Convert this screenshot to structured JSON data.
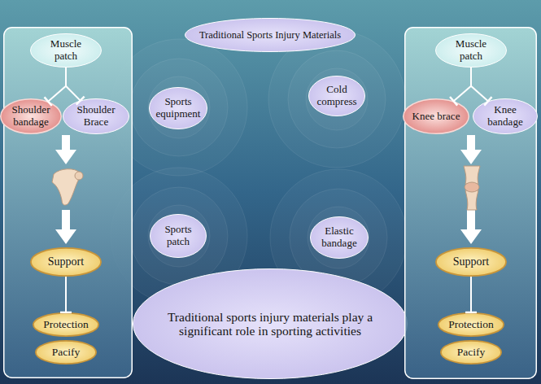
{
  "diagram": {
    "nodes": [
      {
        "text": [
          "Traditional Sports Injury Materials"
        ]
      },
      {
        "text": []
      },
      {
        "text": [
          "Muscle patch"
        ],
        "in": 1
      },
      {
        "text": [
          "Shoulder bandage"
        ],
        "in": 1
      },
      {
        "text": [
          "Shoulder Brace"
        ],
        "in": 1
      },
      {
        "text": [
          "Support"
        ],
        "in": 1
      },
      {
        "text": [
          "Protection"
        ],
        "in": 1
      },
      {
        "text": [
          "Pacify"
        ],
        "in": 1
      },
      {
        "text": [
          "Sports equipment"
        ]
      },
      {
        "text": [
          "Cold compress"
        ]
      },
      {
        "text": [
          "Sports patch"
        ]
      },
      {
        "text": [
          "Elastic bandage"
        ]
      },
      {
        "text": [
          "Traditional sports injury materials play a significant role in sporting activities"
        ]
      },
      {
        "text": []
      },
      {
        "text": [
          "Muscle patch"
        ],
        "in": 13
      },
      {
        "text": [
          "Knee brace"
        ],
        "in": 13
      },
      {
        "text": [
          "Knee bandage"
        ],
        "in": 13
      },
      {
        "text": [
          "Support"
        ],
        "in": 13
      },
      {
        "text": [
          "Protection"
        ],
        "in": 13
      },
      {
        "text": [
          "Pacify"
        ],
        "in": 13
      }
    ],
    "edges": [
      {
        "from": 2,
        "to": 3,
        "arrow": "to"
      },
      {
        "from": 2,
        "to": 4,
        "arrow": "to"
      },
      {
        "from": 5,
        "to": 6,
        "arrow": "to"
      },
      {
        "from": 14,
        "to": 15,
        "arrow": "to"
      },
      {
        "from": 14,
        "to": 16,
        "arrow": "to"
      },
      {
        "from": 17,
        "to": 18,
        "arrow": "to"
      }
    ]
  }
}
